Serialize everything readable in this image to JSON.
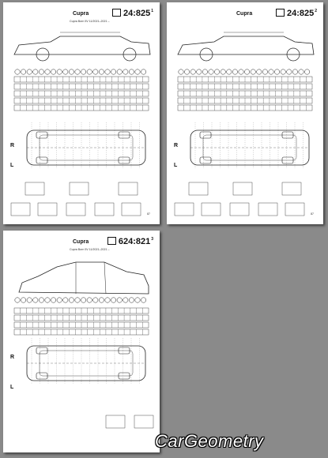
{
  "pages": [
    {
      "model": "Cupra",
      "subtitle": "Cupra Born 5V 11/2021–2021 –",
      "code": "24:825",
      "sup": "1",
      "page_no": "87",
      "rows": 5,
      "shape": "lowered-side"
    },
    {
      "model": "Cupra",
      "subtitle": "",
      "code": "24:825",
      "sup": "2",
      "page_no": "87",
      "rows": 5,
      "shape": "lowered-side"
    },
    {
      "model": "Cupra",
      "subtitle": "Cupra Born 5V 11/2021–2021 –",
      "code": "624:821",
      "sup": "3",
      "page_no": "",
      "rows": 4,
      "shape": "body-side"
    }
  ],
  "side_labels": {
    "right": "R",
    "left": "L"
  },
  "brand": "CarGeometry"
}
